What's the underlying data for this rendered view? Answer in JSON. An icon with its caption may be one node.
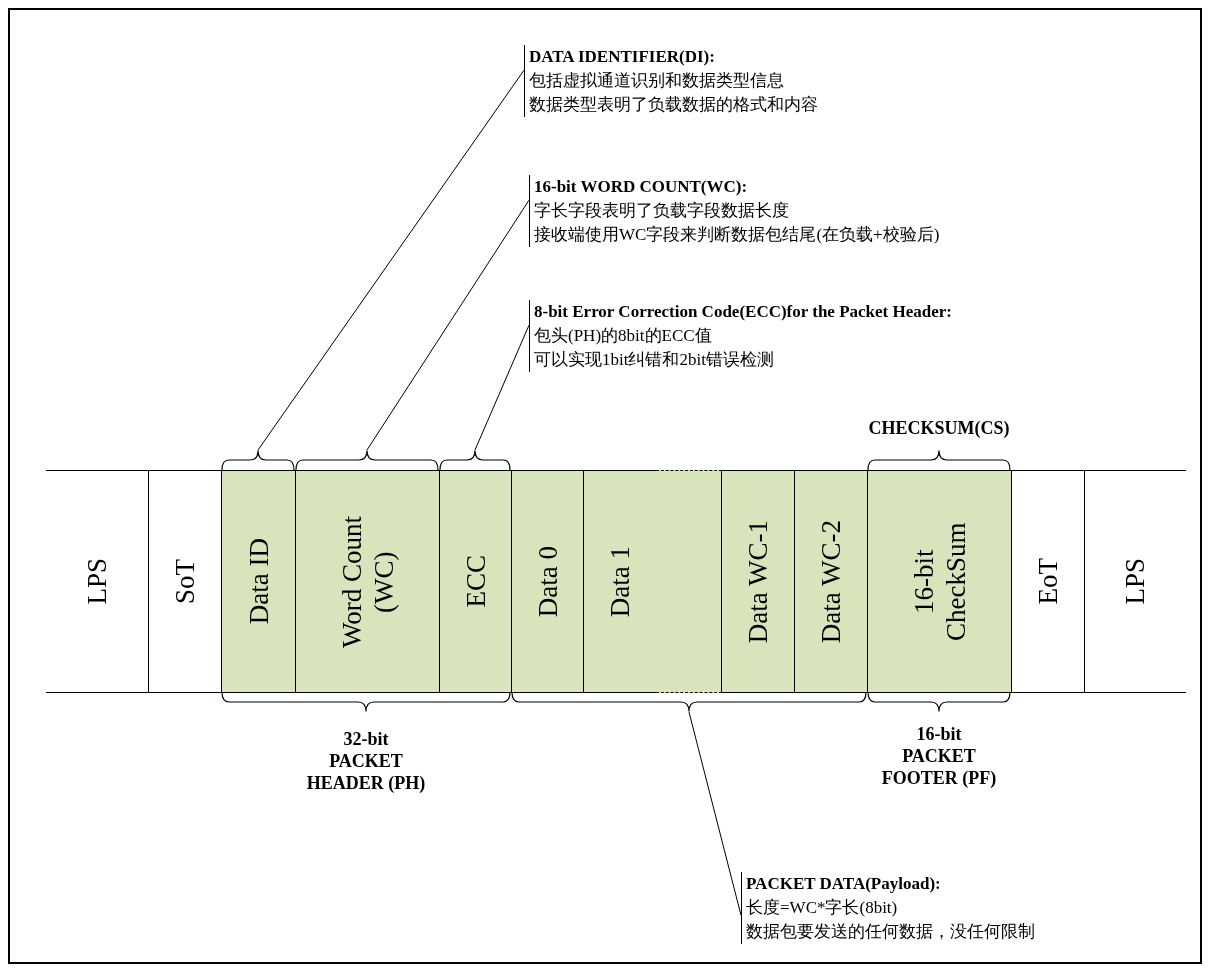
{
  "diagram": {
    "nodes": [
      {
        "text": [
          "DATA IDENTIFIER(DI):",
          "包括虚拟通道识别和数据类型信息",
          "数据类型表明了负载数据的格式和内容"
        ]
      },
      {
        "text": [
          "16-bit WORD COUNT(WC):",
          "字长字段表明了负载字段数据长度",
          "接收端使用WC字段来判断数据包结尾(在负载+校验后)"
        ]
      },
      {
        "text": [
          "8-bit Error Correction Code(ECC)for the Packet Header:",
          "包头(PH)的8bit的ECC值",
          "可以实现1bit纠错和2bit错误检测"
        ]
      },
      {
        "text": [],
        "shape": "brace"
      },
      {
        "text": [],
        "shape": "brace"
      },
      {
        "text": [],
        "shape": "brace"
      },
      {
        "text": [
          "LPS"
        ]
      },
      {
        "text": [
          "SoT"
        ]
      },
      {
        "text": [
          "Data ID"
        ]
      },
      {
        "text": [
          "Word Count (WC)"
        ]
      },
      {
        "text": [
          "ECC"
        ]
      },
      {
        "text": [
          "Data 0"
        ]
      },
      {
        "text": [
          "Data 1"
        ]
      },
      {
        "text": [],
        "shape": "box"
      },
      {
        "text": [
          "Data WC-1"
        ]
      },
      {
        "text": [
          "Data WC-2"
        ]
      },
      {
        "text": [
          "16-bit CheckSum"
        ]
      },
      {
        "text": [
          "EoT"
        ]
      },
      {
        "text": [
          "LPS"
        ]
      },
      {
        "text": [],
        "shape": "brace"
      },
      {
        "text": [
          "PACKET DATA(Payload):",
          "长度=WC*字长(8bit)",
          "数据包要发送的任何数据，没任何限制"
        ]
      }
    ],
    "edges": [
      {
        "from": 0,
        "to": 3,
        "arrow": "none"
      },
      {
        "from": 1,
        "to": 4,
        "arrow": "none"
      },
      {
        "from": 2,
        "to": 5,
        "arrow": "none"
      },
      {
        "from": 20,
        "to": 19,
        "arrow": "none"
      }
    ],
    "labels": [
      "CHECKSUM(CS)",
      "32-bit PACKET HEADER (PH)",
      "16-bit PACKET FOOTER (PF)"
    ]
  }
}
